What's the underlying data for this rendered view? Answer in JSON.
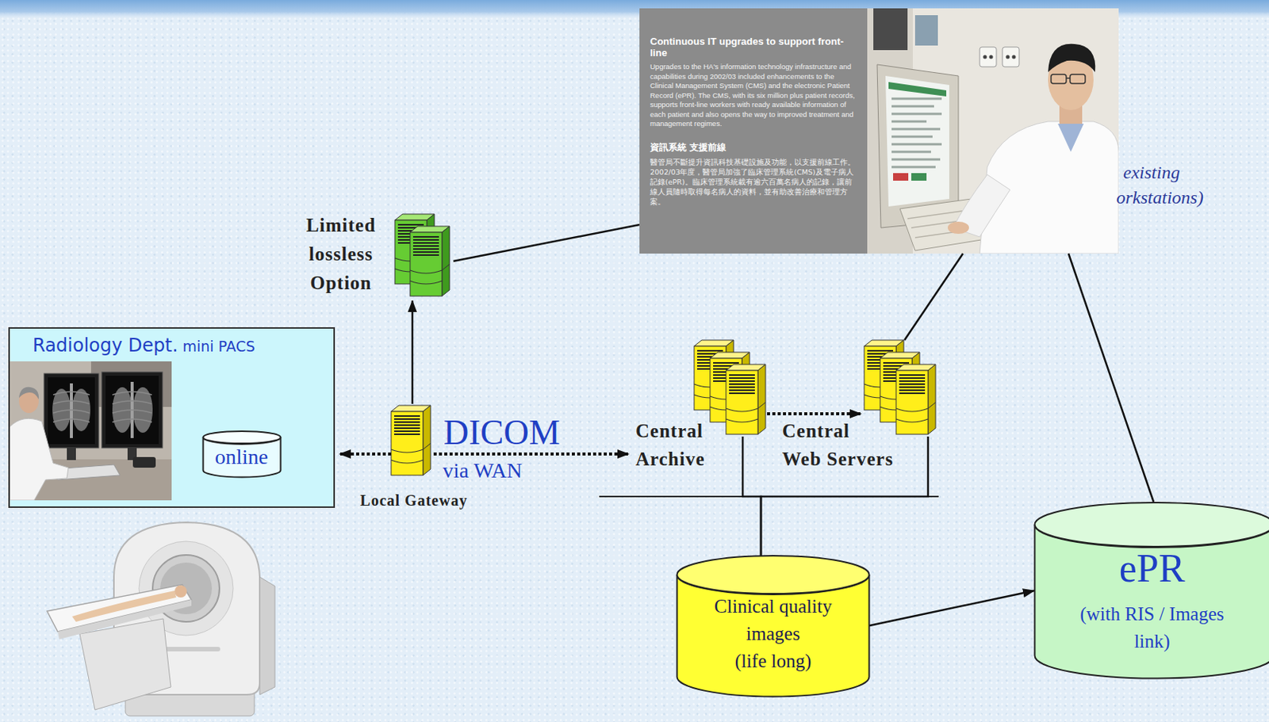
{
  "diagram": {
    "nodes": [
      {
        "text": [
          "Continuous IT upgrades to support front-line",
          "Upgrades to the HA's information technology infrastructure and capabilities during 2002/03 included enhancements to the Clinical Management System (CMS) and the electronic Patient Record (ePR). The CMS, with its six million plus patient records, supports front-line workers with ready available information of each patient and also opens the way to improved treatment and management regimes.",
          "資訊系統 支援前線",
          "醫管局不斷提升資訊科技基礎設施及功能，以支援前線工作。2002/03年度，醫管局加強了臨床管理系統(CMS)及電子病人記錄(ePR)。臨床管理系統載有逾六百萬名病人的記錄，讓前線人員隨時取得每名病人的資料，並有助改善治療和管理方案。"
        ]
      },
      {
        "text": [
          "Limited lossless Option"
        ]
      },
      {
        "text": [
          "Radiology Dept.",
          "mini PACS"
        ]
      },
      {
        "text": [
          "online"
        ],
        "in": 2
      },
      {
        "text": [
          "Local Gateway"
        ]
      },
      {
        "text": [
          "Central Archive"
        ]
      },
      {
        "text": [
          "Central Web Servers"
        ]
      },
      {
        "text": [
          "Clinical quality images (life long)"
        ]
      },
      {
        "text": [
          "ePR",
          "(with RIS / Images link)"
        ]
      }
    ],
    "edges": [
      {
        "from": 4,
        "to": 2,
        "arrow": "to"
      },
      {
        "from": 4,
        "to": 5,
        "arrow": "to",
        "label": "DICOM"
      },
      {
        "from": 4,
        "to": 1,
        "arrow": "to"
      },
      {
        "from": 1,
        "to": 0,
        "arrow": "none"
      },
      {
        "from": 5,
        "to": 6,
        "arrow": "to"
      },
      {
        "from": 6,
        "to": 0,
        "arrow": "none"
      },
      {
        "from": 8,
        "to": 0,
        "arrow": "none"
      },
      {
        "from": 7,
        "to": 8,
        "arrow": "to"
      },
      {
        "from": 5,
        "to": 7,
        "arrow": "none"
      },
      {
        "from": 6,
        "to": 7,
        "arrow": "none"
      }
    ],
    "labels": [
      "via WAN",
      "existing",
      "orkstations)"
    ]
  }
}
